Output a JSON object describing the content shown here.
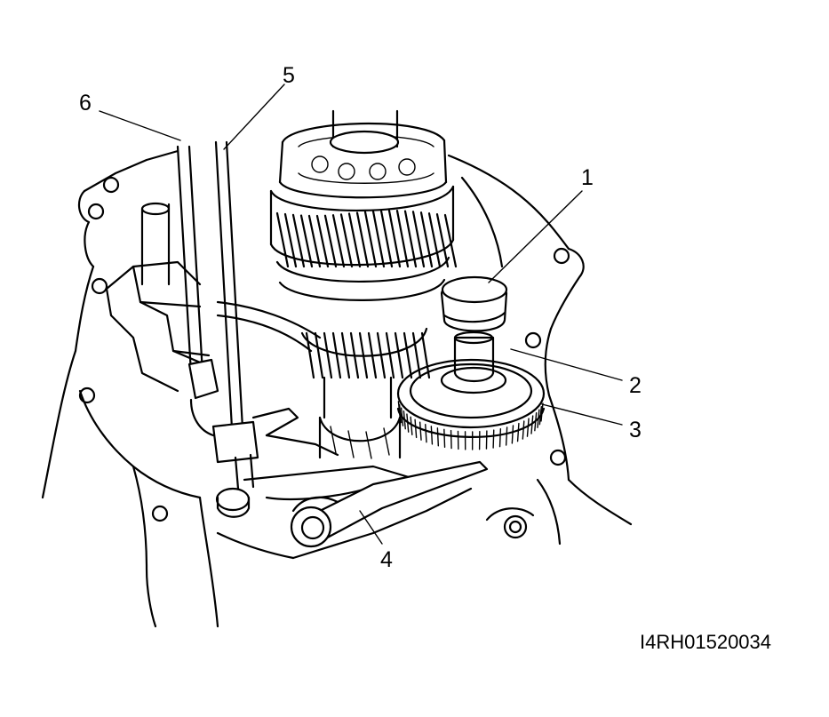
{
  "callouts": {
    "c1": "1",
    "c2": "2",
    "c3": "3",
    "c4": "4",
    "c5": "5",
    "c6": "6"
  },
  "figure_code": "I4RH01520034",
  "colors": {
    "ink": "#000000",
    "paper": "#ffffff"
  }
}
